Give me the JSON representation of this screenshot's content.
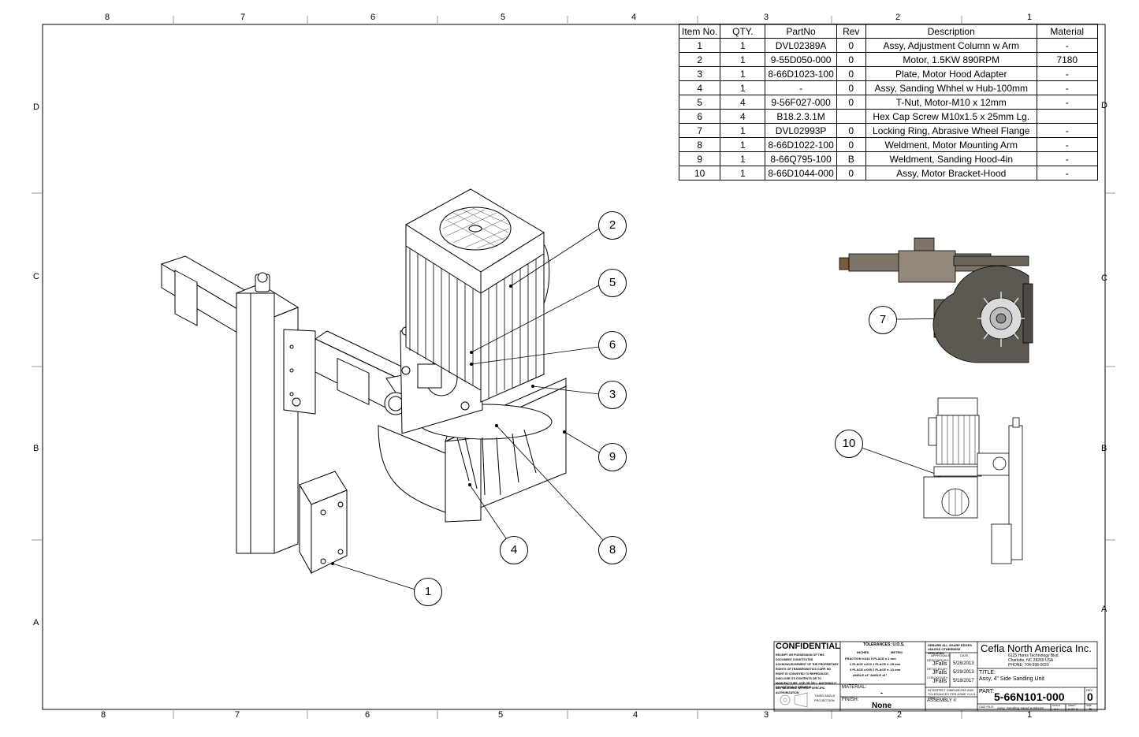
{
  "zones": {
    "top": [
      "8",
      "7",
      "6",
      "5",
      "4",
      "3",
      "2",
      "1"
    ],
    "bottom": [
      "8",
      "7",
      "6",
      "5",
      "4",
      "3",
      "2",
      "1"
    ],
    "left": [
      "D",
      "C",
      "B",
      "A"
    ],
    "right": [
      "D",
      "C",
      "B",
      "A"
    ]
  },
  "bom": {
    "headers": [
      "Item No.",
      "QTY.",
      "PartNo",
      "Rev",
      "Description",
      "Material"
    ],
    "rows": [
      [
        "1",
        "1",
        "DVL02389A",
        "0",
        "Assy, Adjustment Column w Arm",
        "-"
      ],
      [
        "2",
        "1",
        "9-55D050-000",
        "0",
        "Motor, 1.5KW 890RPM",
        "7180"
      ],
      [
        "3",
        "1",
        "8-66D1023-100",
        "0",
        "Plate, Motor Hood Adapter",
        "-"
      ],
      [
        "4",
        "1",
        "-",
        "0",
        "Assy, Sanding Whhel w Hub-100mm",
        "-"
      ],
      [
        "5",
        "4",
        "9-56F027-000",
        "0",
        "T-Nut, Motor-M10 x 12mm",
        "-"
      ],
      [
        "6",
        "4",
        "B18.2.3.1M",
        "",
        "Hex Cap Screw M10x1.5 x 25mm Lg.",
        ""
      ],
      [
        "7",
        "1",
        "DVL02993P",
        "0",
        "Locking Ring, Abrasive Wheel Flange",
        "-"
      ],
      [
        "8",
        "1",
        "8-66D1022-100",
        "0",
        "Weldment, Motor Mounting Arm",
        "-"
      ],
      [
        "9",
        "1",
        "8-66Q795-100",
        "B",
        "Weldment, Sanding Hood-4in",
        "-"
      ],
      [
        "10",
        "1",
        "8-66D1044-000",
        "0",
        "Assy, Motor Bracket-Hood",
        "-"
      ]
    ]
  },
  "balloons": [
    "1",
    "2",
    "3",
    "4",
    "5",
    "6",
    "7",
    "8",
    "9",
    "10"
  ],
  "title_block": {
    "confidential": "CONFIDENTIAL",
    "confidential_text": "RECEIPT OR POSSESSION OF THIS DOCUMENT CONSTITUTES ACKNOWLEDGEMENT OF THE PROPRIETARY RIGHTS OF TRANSROBOTICS CORP. NO RIGHT IS CONVEYED TO REPRODUCE, DISCLOSE ITS CONTENTS OR TO MANUFACTURE, USE OR SELL ANYTHING IT MAY DESCRIBE WITHOUT SPECIFIC AUTHORIZATION",
    "do_not_scale": "DO NOT SCALE DRAWING",
    "projection": "THIRD ANGLE PROJECTION",
    "tolerances_title": "TOLERANCES: U.O.S.",
    "inches": "INCHES",
    "metric": "METRIC",
    "tol_lines": [
      "FRACTION ±1/32   0 PLACE ± 1 mm",
      "2 PLACE ±.010   1 PLACE ± .25 mm",
      "3 PLACE ±.005   2 PLACE ± .13 mm",
      "ANGLE ±1°   ANGLE ±1°"
    ],
    "material_label": "MATERIAL:",
    "material_value": "-",
    "finish_label": "FINISH:",
    "finish_value": "None",
    "deburr": "DEBURR ALL SHARP EDGES UNLESS OTHERWISE SPECIFIED",
    "approvals": "APPROVALS",
    "date_hdr": "DATE",
    "designed_by": "DESIGNED BY:",
    "detailed_by": "DETAILED BY:",
    "checked_by": "CHECKED BY:",
    "designer": "JFalls",
    "detailer": "JFalls",
    "checker": "JFalls",
    "date1": "5/28/2013",
    "date2": "5/29/2013",
    "date3": "5/18/2017",
    "interpret": "INTERPRET DIMENSIONS AND TOLERANCES PER ASME Y14.5-1994",
    "assembly": "ASSEMBLY #:",
    "company": "Cefla North America Inc.",
    "address1": "6125 Harris Technology Blvd.",
    "address2": "Charlotte, NC 28269 USA",
    "phone": "PHONE: 704-598-0020",
    "title_label": "TITLE:",
    "title": "Assy, 4\" Side Sanding Unit",
    "part_label": "PART:",
    "part": "5-66N101-000",
    "rev_label": "REV",
    "rev": "0",
    "cad_label": "CAD FILE:",
    "cad_file": "Assy, Sanding Head w Mount",
    "scale_label": "SCALE",
    "scale": "1:4",
    "sheet_label": "SHEET",
    "sheet": "1 OF 3",
    "size_label": "SIZE",
    "size": "B"
  }
}
